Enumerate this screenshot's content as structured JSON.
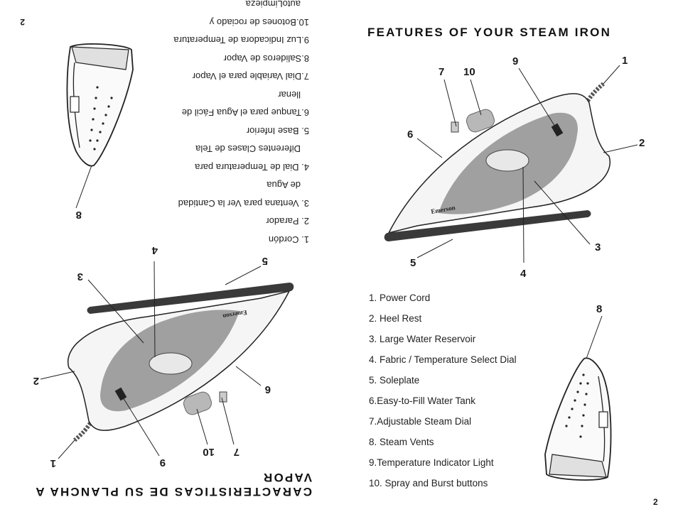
{
  "right_page": {
    "title": "FEATURES OF YOUR STEAM IRON",
    "page_number": "2",
    "brand": "Emerson",
    "features": [
      "1. Power Cord",
      "2. Heel Rest",
      "3. Large Water Reservoir",
      "4. Fabric / Temperature Select Dial",
      "5. Soleplate",
      "6.Easy-to-Fill Water Tank",
      "7.Adjustable Steam Dial",
      "8. Steam Vents",
      "9.Temperature Indicator Light",
      "10. Spray and Burst buttons"
    ],
    "callouts": [
      "1",
      "2",
      "3",
      "4",
      "5",
      "6",
      "7",
      "8",
      "9",
      "10"
    ]
  },
  "left_page": {
    "title": "CARACTERISTICAS DE SU PLANCHA A VAPOR",
    "page_number": "2",
    "brand": "Emerson",
    "features": [
      "1. Cordón",
      "2. Parador",
      "3. Ventana para Ver la Cantidad",
      "de Agua",
      "4. Dial de Temperatura para",
      "Diferentes Clases de Tela",
      "5. Base Inferior",
      "6.Tanque para el Agua Fácil de",
      "llenar",
      "7.Dial Variable para el Vapor",
      "8.Salideros de Vapor",
      "9.Luz Indicadora de Temperatura",
      "10.Botones de rociado y",
      "autoLimpieza"
    ],
    "callouts": [
      "1",
      "2",
      "3",
      "4",
      "5",
      "6",
      "7",
      "8",
      "9",
      "10"
    ]
  },
  "colors": {
    "reservoir": "#a0a0a0",
    "soleplate": "#3a3a3a",
    "outline": "#222222"
  }
}
